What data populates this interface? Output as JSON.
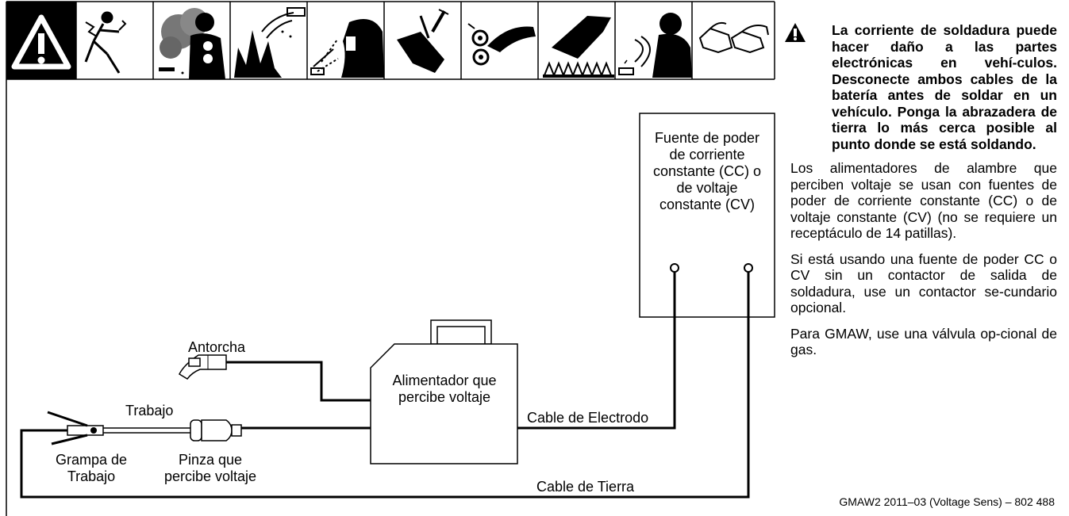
{
  "icons": [
    {
      "name": "general-warning-icon"
    },
    {
      "name": "electric-shock-icon"
    },
    {
      "name": "fumes-gases-icon"
    },
    {
      "name": "fire-explosion-icon"
    },
    {
      "name": "arc-rays-icon"
    },
    {
      "name": "hot-parts-icon"
    },
    {
      "name": "moving-parts-icon"
    },
    {
      "name": "hot-surface-icon"
    },
    {
      "name": "noise-radiation-icon"
    },
    {
      "name": "safety-glasses-icon"
    }
  ],
  "diagram": {
    "power_source_label": [
      "Fuente de poder",
      "de corriente",
      "constante (CC) o",
      "de voltaje",
      "constante (CV)"
    ],
    "feeder_label": [
      "Alimentador que",
      "percibe voltaje"
    ],
    "torch_label": "Antorcha",
    "work_lead_label": "Trabajo",
    "electrode_cable_label": "Cable de Electrodo",
    "ground_cable_label": "Cable de Tierra",
    "work_clamp_label": [
      "Grampa de",
      "Trabajo"
    ],
    "sense_clamp_label": [
      "Pinza que",
      "percibe voltaje"
    ]
  },
  "side_text": {
    "warning": "La corriente de soldadura puede hacer daño a las partes electrónicas en vehí-culos. Desconecte ambos cables de la batería antes de soldar en un vehículo. Ponga la abrazadera de tierra lo más cerca posible al punto donde se está soldando.",
    "para1": "Los alimentadores de alambre que perciben voltaje se usan con fuentes de poder de corriente constante (CC) o de voltaje constante (CV) (no se requiere un receptáculo de 14 patillas).",
    "para2": "Si está usando una fuente de poder CC o CV sin un contactor de salida de soldadura, use un contactor se-cundario opcional.",
    "para3": "Para GMAW, use una válvula op-cional de gas."
  },
  "footer": "GMAW2 2011–03 (Voltage Sens) – 802 488"
}
